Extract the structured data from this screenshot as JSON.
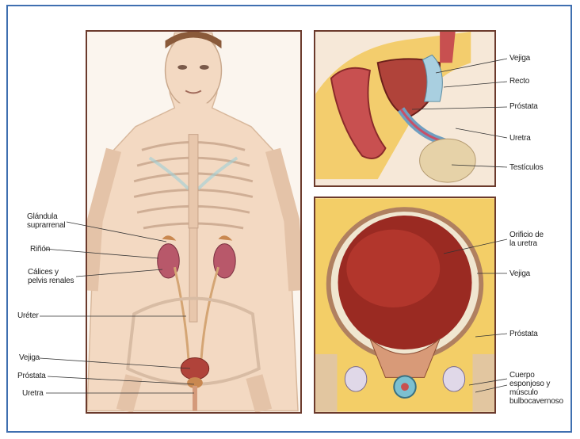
{
  "labels": {
    "left": {
      "adrenal": "Glándula\nsuprarrenal",
      "kidney": "Riñón",
      "calyces": "Cálices y\npelvis renales",
      "ureter": "Uréter",
      "bladder": "Vejiga",
      "prostate": "Próstata",
      "urethra": "Uretra"
    },
    "pelvis": {
      "bladder": "Vejiga",
      "rectum": "Recto",
      "prostate": "Próstata",
      "urethra": "Uretra",
      "testicles": "Testículos"
    },
    "bladder_section": {
      "orifice": "Orificio de\nla uretra",
      "bladder": "Vejiga",
      "prostate": "Próstata",
      "spongy": "Cuerpo\nesponjoso y\nmúsculo\nbulbocavernoso"
    }
  },
  "colors": {
    "frame": "#3f6fb0",
    "panel_border": "#6b3a2c",
    "skin": "#f3d9c2",
    "bladder": "#b0433a",
    "kidney": "#b8586a"
  }
}
